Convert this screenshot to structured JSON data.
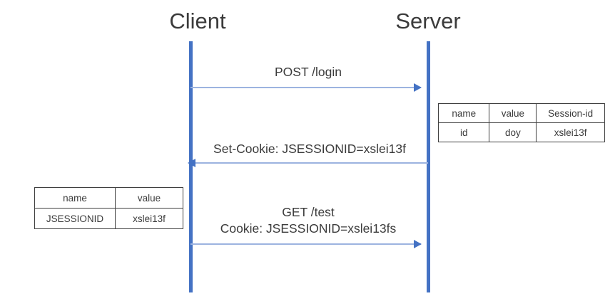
{
  "diagram": {
    "type": "sequence-diagram",
    "participants": [
      {
        "id": "client",
        "label": "Client"
      },
      {
        "id": "server",
        "label": "Server"
      }
    ],
    "messages": [
      {
        "id": "post-login",
        "from": "client",
        "to": "server",
        "direction": "right",
        "label": "POST  /login"
      },
      {
        "id": "set-cookie",
        "from": "server",
        "to": "client",
        "direction": "left",
        "label": "Set-Cookie: JSESSIONID=xslei13f"
      },
      {
        "id": "get-test",
        "from": "client",
        "to": "server",
        "direction": "right",
        "label_line1": "GET /test",
        "label_line2": "Cookie: JSESSIONID=xslei13fs"
      }
    ],
    "tables": {
      "server_session": {
        "headers": [
          "name",
          "value",
          "Session-id"
        ],
        "rows": [
          [
            "id",
            "doy",
            "xslei13f"
          ]
        ]
      },
      "client_cookie": {
        "headers": [
          "name",
          "value"
        ],
        "rows": [
          [
            "JSESSIONID",
            "xslei13f"
          ]
        ]
      }
    },
    "colors": {
      "lifeline": "#4472C4",
      "arrow_line": "#9CB3E0",
      "arrow_head": "#4472C4",
      "text": "#3B3B3B",
      "table_border": "#3F3F3F",
      "background": "#FFFFFF"
    }
  }
}
